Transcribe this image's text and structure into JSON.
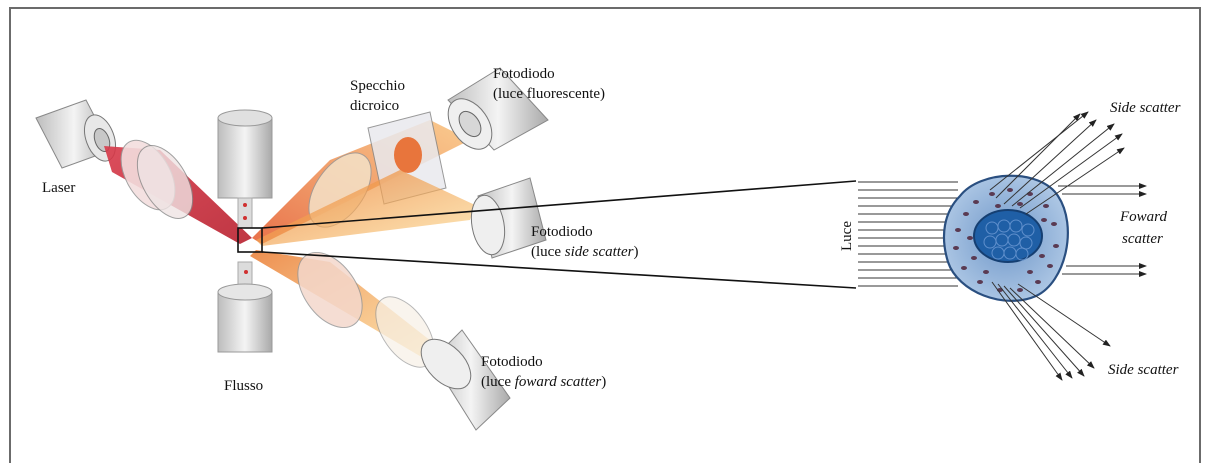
{
  "labels": {
    "laser": "Laser",
    "mirror_line1": "Specchio",
    "mirror_line2": "dicroico",
    "pd_fluo_line1": "Fotodiodo",
    "pd_fluo_line2": "(luce fluorescente)",
    "pd_side_line1": "Fotodiodo",
    "pd_side_line2_prefix": "(luce ",
    "pd_side_line2_italic": "side scatter",
    "pd_side_line2_suffix": ")",
    "pd_fwd_line1": "Fotodiodo",
    "pd_fwd_line2_prefix": "(luce ",
    "pd_fwd_line2_italic": "foward scatter",
    "pd_fwd_line2_suffix": ")",
    "flow": "Flusso",
    "light": "Luce",
    "side_scatter_top": "Side scatter",
    "forward_line1": "Foward",
    "forward_line2": "scatter",
    "side_scatter_bottom": "Side scatter"
  },
  "colors": {
    "laser_red": "#c8323c",
    "fluo_orange": "#f08a2a",
    "scatter_yellow": "#f5b84a",
    "cell_blue": "#8fb3dc",
    "nucleus_blue": "#1f5fa6",
    "granule": "#5a3a52"
  }
}
